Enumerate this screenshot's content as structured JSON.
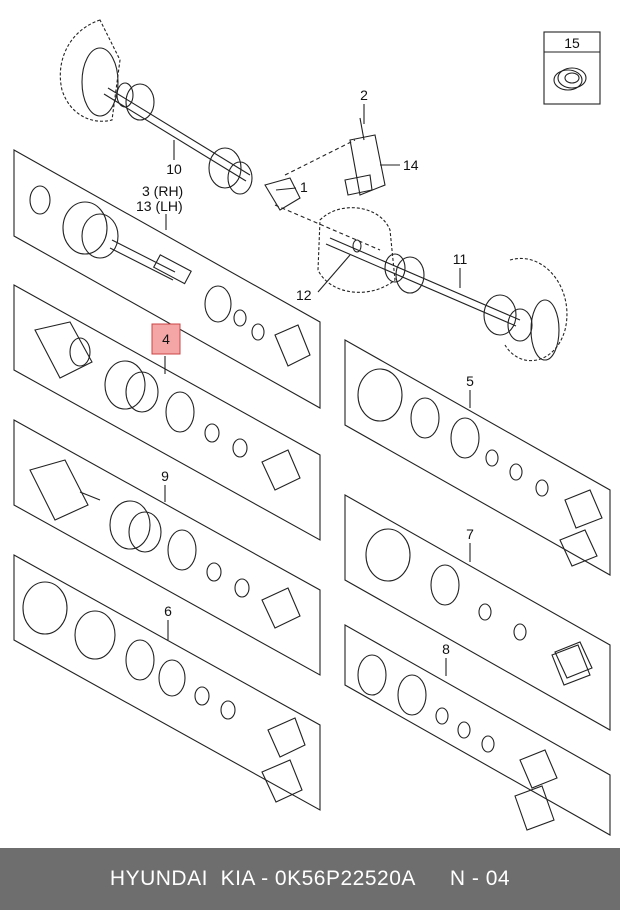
{
  "labels": {
    "l15": "15",
    "l2": "2",
    "l14": "14",
    "l10": "10",
    "l1": "1",
    "l3": "3 (RH)",
    "l13": "13 (LH)",
    "l11": "11",
    "l12": "12",
    "l4": "4",
    "l5": "5",
    "l9": "9",
    "l7": "7",
    "l6": "6",
    "l8": "8"
  },
  "highlight_color": "#f4a6a6",
  "footer": {
    "part_text": "HYUNDAI  KIA - 0K56P22520A",
    "page_text": "N - 04"
  }
}
